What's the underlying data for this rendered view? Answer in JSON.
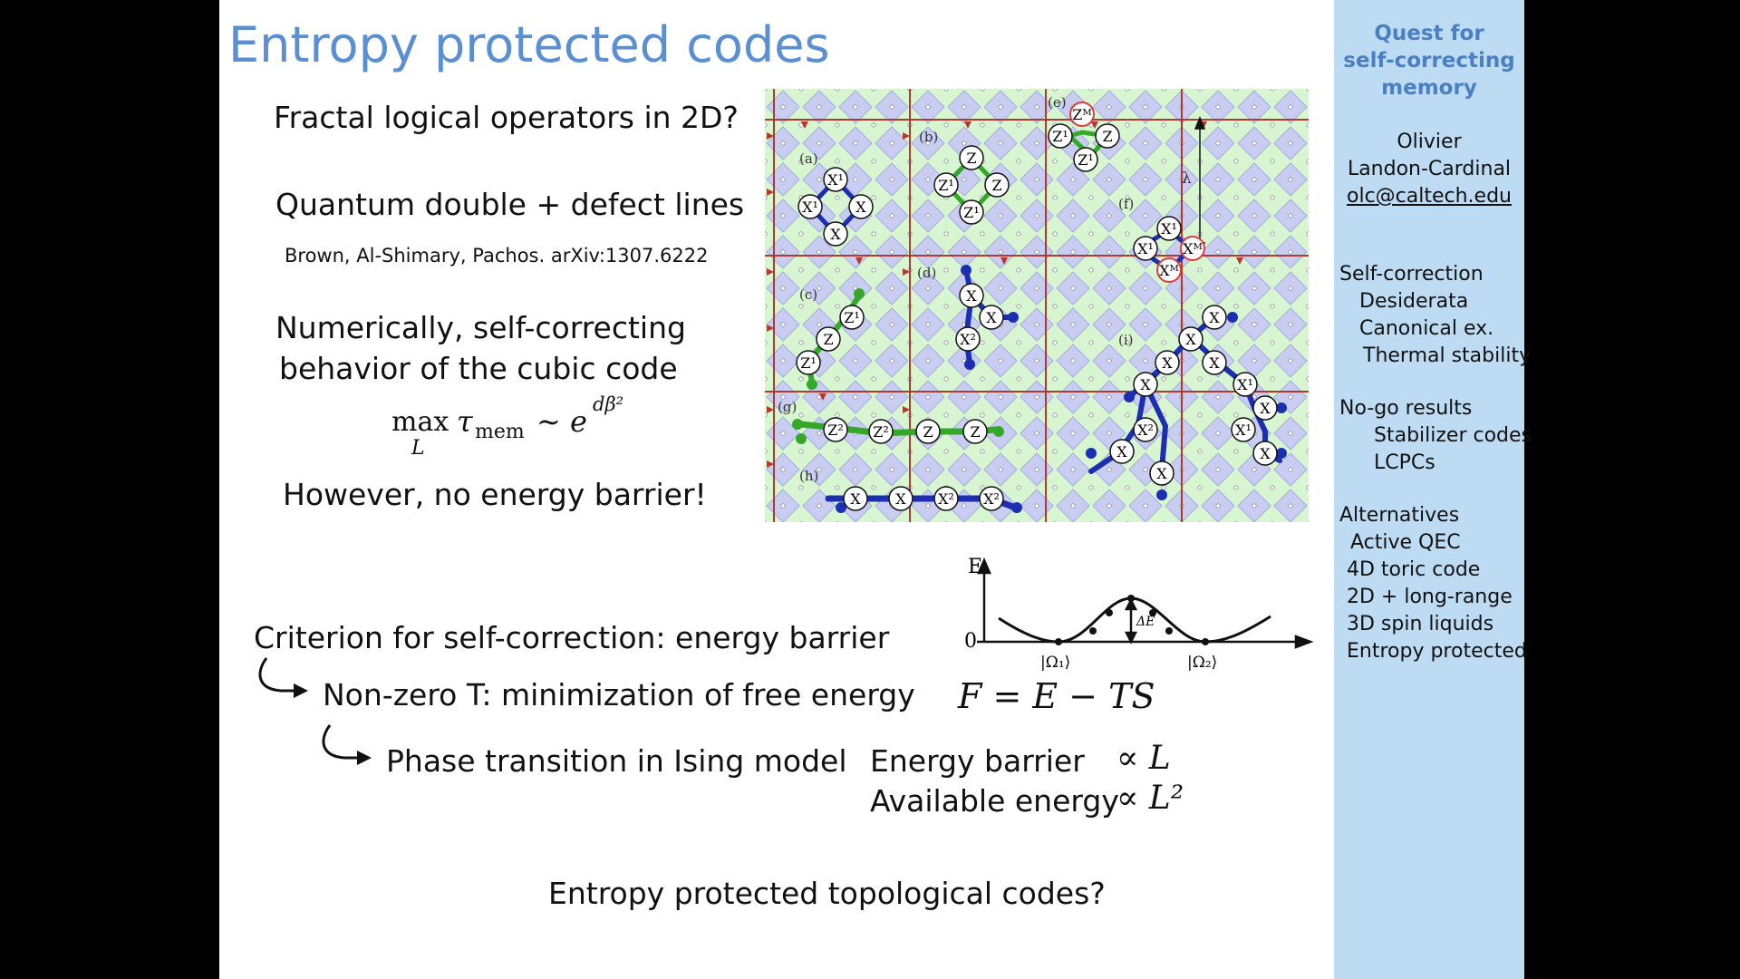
{
  "slide": {
    "title": "Entropy protected codes",
    "q1": "Fractal logical operators in 2D?",
    "q2": "Quantum double + defect lines",
    "citation": "Brown,  Al-Shimary, Pachos. arXiv:1307.6222",
    "numerics_line1": "Numerically, self-correcting",
    "numerics_line2": "behavior of the cubic code",
    "formula_max": "max",
    "formula_sub": "L",
    "formula_tau": "τ",
    "formula_mem": "mem",
    "formula_rhs": "∼ e",
    "formula_exp": "dβ²",
    "no_barrier": "However, no energy barrier!",
    "criterion": "Criterion for self-correction: energy barrier",
    "nonzero_t": "Non-zero T: minimization of free energy",
    "free_energy": "F = E − TS",
    "phase_transition": "Phase transition in Ising model",
    "energy_barrier_label": "Energy barrier",
    "energy_barrier_scaling": "∝ L",
    "available_energy_label": "Available energy",
    "available_energy_scaling": "∝ L²",
    "closing_question": "Entropy protected topological codes?",
    "graph": {
      "y_axis": "E",
      "zero": "0",
      "delta": "ΔE",
      "omega1": "|Ω₁⟩",
      "omega2": "|Ω₂⟩"
    },
    "lattice": {
      "panels": [
        "(a)",
        "(b)",
        "(c)",
        "(d)",
        "(e)",
        "(f)",
        "(g)",
        "(h)",
        "(i)"
      ],
      "lambda": "λ",
      "nodes": {
        "x": "X",
        "x1": "X¹",
        "x2": "X²",
        "xm": "Xᴹ",
        "z": "Z",
        "z1": "Z¹",
        "z2": "Z²",
        "zm": "Zᴹ"
      }
    }
  },
  "sidebar": {
    "heading": [
      "Quest for",
      "self-correcting",
      "memory"
    ],
    "author_first": "Olivier",
    "author_last": "Landon-Cardinal",
    "email": "olc@caltech.edu",
    "sections": [
      {
        "title": "Self-correction",
        "items": [
          "Desiderata",
          "Canonical ex.",
          "Thermal stability"
        ]
      },
      {
        "title": "No-go results",
        "items": [
          "Stabilizer codes",
          "LCPCs"
        ]
      },
      {
        "title": "Alternatives",
        "items": [
          "Active QEC",
          "4D toric code",
          "2D + long-range",
          "3D spin liquids",
          "Entropy protected"
        ]
      }
    ]
  },
  "colors": {
    "title": "#5b8fd4",
    "sidebar_bg": "#bddcf4",
    "sidebar_heading": "#4a7fc2",
    "lattice_green": "#d6f5d0",
    "lattice_diamond": "#c9cdf2",
    "defect_line": "#b03a2e",
    "x_string": "#1b2fb0",
    "z_string": "#35a82a",
    "highlight": "#e03a3a"
  }
}
